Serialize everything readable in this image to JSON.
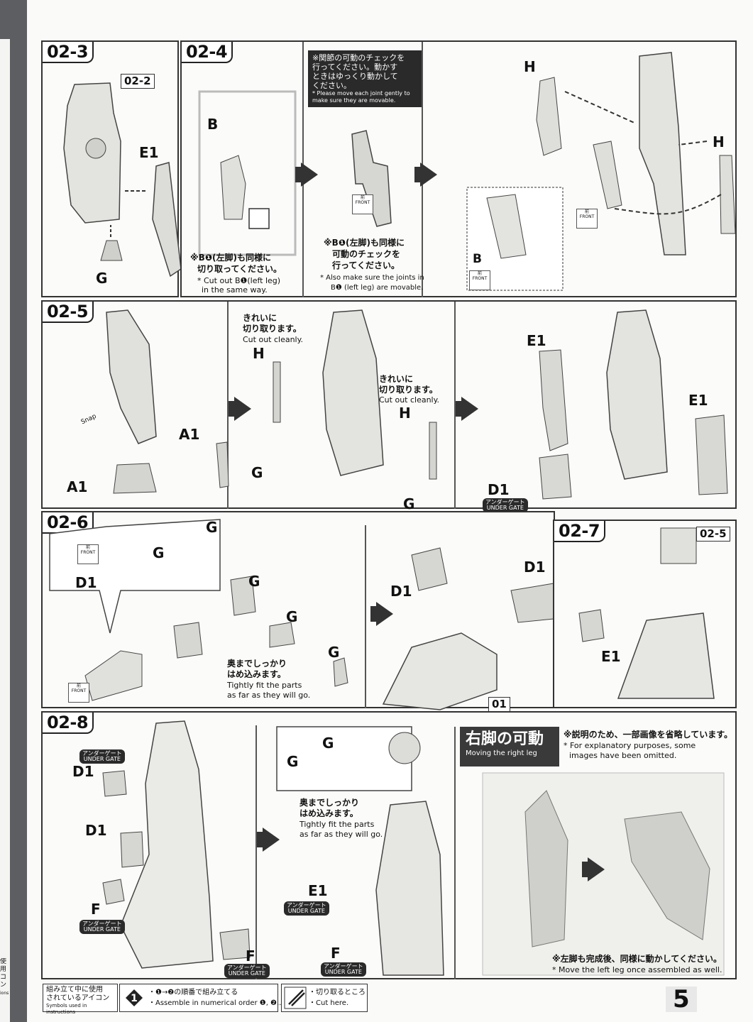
{
  "page_number": "5",
  "steps": {
    "s02_3": {
      "id": "02-3",
      "ref": "02-2",
      "parts": {
        "e1": "E1",
        "g": "G"
      }
    },
    "s02_4": {
      "id": "02-4",
      "parts": {
        "b": "B"
      },
      "note_box_jp": [
        "※関節の可動のチェックを",
        "行ってください。動かす",
        "ときはゆっくり動かして",
        "ください。"
      ],
      "note_box_en": [
        "* Please move each joint gently to",
        "make sure they are movable."
      ],
      "cut_note_jp": [
        "※B❶(左脚)も同様に",
        "切り取ってください。"
      ],
      "cut_note_en": [
        "* Cut out B❶(left leg)",
        "in the same way."
      ],
      "check_note_jp": [
        "※B❶(左脚)も同様に",
        "可動のチェックを",
        "行ってください。"
      ],
      "check_note_en": [
        "* Also make sure the joints in",
        "B❶ (left leg) are movable."
      ],
      "h5": "H",
      "h6": "H",
      "b_inset": "B"
    },
    "s02_5": {
      "id": "02-5",
      "a1_top": "A1",
      "a1_bottom": "A1",
      "cut_clean_jp": [
        "きれいに",
        "切り取ります。"
      ],
      "cut_clean_en": "Cut out cleanly.",
      "h9": "H",
      "g25": "G",
      "e1_12": "E1",
      "e1_11": "E1",
      "d1_33": "D1",
      "snap": "Snap"
    },
    "s02_6": {
      "id": "02-6",
      "g45": "G",
      "g51": "G",
      "d16": "D1",
      "g44": "G",
      "g50": "G",
      "g48": "G",
      "d1_12": "D1",
      "d1_14": "D1",
      "ref01": "01",
      "fit_jp": [
        "奥までしっかり",
        "はめ込みます。"
      ],
      "fit_en": [
        "Tightly fit the parts",
        "as far as they will go."
      ]
    },
    "s02_7": {
      "id": "02-7",
      "ref": "02-5",
      "e14": "E1"
    },
    "s02_8": {
      "id": "02-8",
      "d1_34": "D1",
      "d15": "D1",
      "f12": "F",
      "f11": "F",
      "g18": "G",
      "g19": "G",
      "e1_13": "E1",
      "f17": "F",
      "fit_jp": [
        "奥までしっかり",
        "はめ込みます。"
      ],
      "fit_en": [
        "Tightly fit the parts",
        "as far as they will go."
      ]
    },
    "right_leg": {
      "title_jp": "右脚の可動",
      "title_en": "Moving the right leg",
      "omit_jp": "※説明のため、一部画像を省略しています。",
      "omit_en": [
        "* For explanatory purposes, some",
        "images have been omitted."
      ],
      "left_jp": "※左脚も完成後、同様に動かしてください。",
      "left_en": "* Move the left leg once assembled as well."
    }
  },
  "gate_label": {
    "jp": "アンダーゲート",
    "en": "UNDER GATE"
  },
  "front_label": {
    "jp": "前",
    "en": "FRONT"
  },
  "legend": {
    "title_jp": [
      "組み立て中に使用",
      "されているアイコン"
    ],
    "title_en": "Symbols used in instructions",
    "order_jp": "・❶→❷の順番で組み立てる",
    "order_en": "・Assemble in numerical order ❶, ❷...",
    "cut_jp": "・切り取るところ",
    "cut_en": "・Cut here."
  },
  "left_page_fragments": [
    "使用",
    "コン",
    "ions"
  ],
  "colors": {
    "bg": "#6f7076",
    "sheet": "#fafaf8",
    "ink": "#222222",
    "part": "#d6d6d2"
  }
}
